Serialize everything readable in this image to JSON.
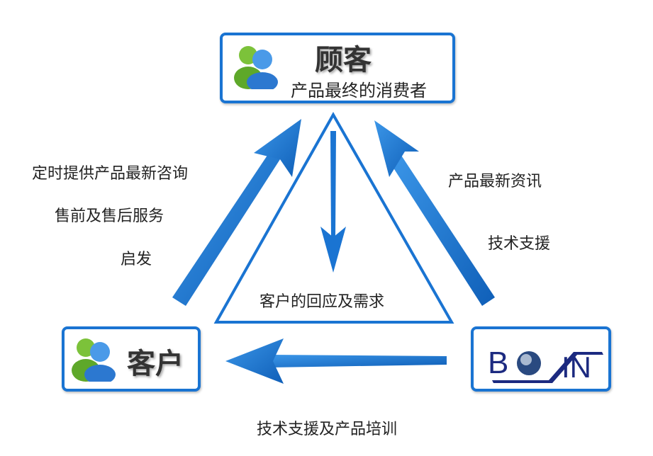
{
  "top_node": {
    "title": "顾客",
    "subtitle": "产品最终的消费者",
    "icon": "users-icon"
  },
  "left_node": {
    "title": "客户",
    "icon": "users-icon"
  },
  "right_node": {
    "logo_text": "BOIN"
  },
  "left_arrow_labels": [
    "定时提供产品最新咨询",
    "售前及售后服务",
    "启发"
  ],
  "right_arrow_labels": [
    "产品最新资讯",
    "技术支援"
  ],
  "triangle_label": "客户的回应及需求",
  "bottom_label": "技术支援及产品培训",
  "colors": {
    "accent": "#1a74d2",
    "logo": "#1c2a80"
  }
}
